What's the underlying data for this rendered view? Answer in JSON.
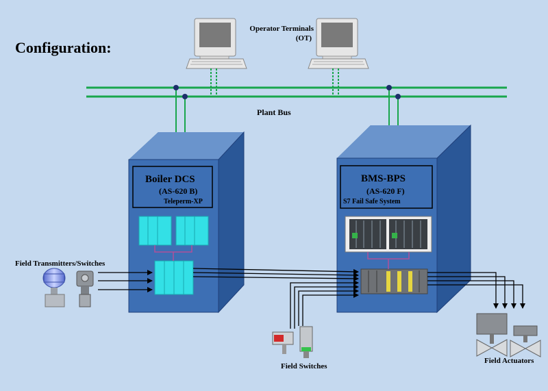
{
  "title": "Configuration:",
  "operator_terminals": {
    "line1": "Operator Terminals",
    "line2": "(OT)"
  },
  "plant_bus": "Plant Bus",
  "boiler": {
    "name": "Boiler DCS",
    "model": "(AS-620 B)",
    "system": "Teleperm-XP"
  },
  "bms": {
    "name": "BMS-BPS",
    "model": "(AS-620 F)",
    "system": "S7 Fail Safe System"
  },
  "field_transmitters": "Field Transmitters/Switches",
  "field_switches": "Field Switches",
  "field_actuators": "Field Actuators",
  "colors": {
    "background": "#c5d9ef",
    "bus": "#19a64c",
    "cabinet_front": "#3d6fb4",
    "cabinet_side": "#2a5797",
    "cabinet_top": "#6a94cc",
    "module": "#33e0e6",
    "link": "#b0509a"
  }
}
